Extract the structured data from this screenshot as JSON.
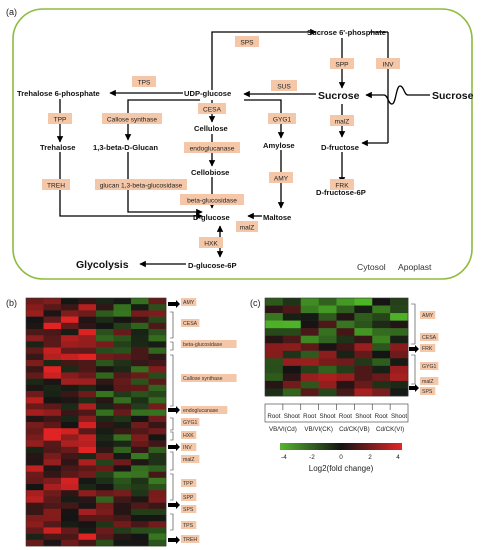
{
  "panel_labels": {
    "a": "(a)",
    "b": "(b)",
    "c": "(c)"
  },
  "locations": {
    "cytosol": "Cytosol",
    "apoplast": "Apoplast"
  },
  "metabolites": {
    "sucrose6p": "Sucrose 6'-phosphate",
    "trehalose6p": "Trehalose 6-phosphate",
    "udpglucose": "UDP-glucose",
    "sucrose_in": "Sucrose",
    "sucrose_out": "Sucrose",
    "cellulose": "Cellulose",
    "trehalose": "Trehalose",
    "betaglucan": "1,3-beta-D-Glucan",
    "amylose": "Amylose",
    "dfructose": "D-fructose",
    "cellobiose": "Cellobiose",
    "dglucose": "D-glucose",
    "maltose": "Maltose",
    "dfructose6p": "D-fructose-6P",
    "glycolysis": "Glycolysis",
    "dglucose6p": "D-glucose-6P"
  },
  "enzymes": {
    "sps": "SPS",
    "tps": "TPS",
    "sus": "SUS",
    "spp": "SPP",
    "inv": "INV",
    "cesa": "CESA",
    "tpp": "TPP",
    "callose": "Callose synthase",
    "gyg1": "GYG1",
    "malz1": "malZ",
    "endo": "endoglucanase",
    "treh": "TREH",
    "glucan": "glucan 1,3-beta-glucosidase",
    "amy": "AMY",
    "frk": "FRK",
    "betagluc": "beta-glucosidase",
    "malz2": "malZ",
    "hxk": "HXK"
  },
  "heatmap_b": {
    "labels": [
      "AMY",
      "CESA",
      "beta-glucosidase",
      "Callose synthase",
      "endoglucanase",
      "GYG1",
      "HXK",
      "INV",
      "malZ",
      "TPP",
      "SPP",
      "SPS",
      "TPS",
      "TREH"
    ]
  },
  "heatmap_c": {
    "labels": [
      "AMY",
      "CESA",
      "FRK",
      "GYG1",
      "malZ",
      "SPS"
    ],
    "columns": [
      "Root",
      "Shoot",
      "Root",
      "Shoot",
      "Root",
      "Shoot",
      "Root",
      "Shoot"
    ],
    "groups": [
      "VB/VI(Cd)",
      "VB/VI(CK)",
      "Cd/CK(VB)",
      "Cd/CK(VI)"
    ]
  },
  "colorbar": {
    "ticks": [
      "-4",
      "-2",
      "0",
      "2",
      "4"
    ],
    "label": "Log2(fold change)",
    "colors": {
      "low": "#56b52f",
      "mid": "#141414",
      "high": "#e02727"
    }
  },
  "colors": {
    "enzyme_box": "#f4c7a8",
    "cell_border": "#8dbb3c"
  }
}
